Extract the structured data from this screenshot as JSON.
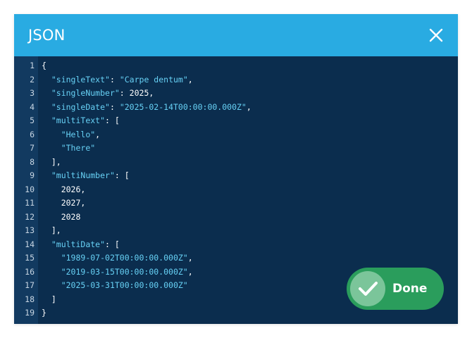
{
  "dialog": {
    "title": "JSON",
    "close_icon": "close-icon",
    "done_label": "Done",
    "done_icon": "checkmark-icon"
  },
  "colors": {
    "header": "#29abe2",
    "editor_background": "#0b2d4e",
    "gutter": "#123a60",
    "key_string": "#67d1f5",
    "done_button": "#2a9d5c"
  },
  "editor": {
    "lines": [
      {
        "n": "1",
        "text": "{"
      },
      {
        "n": "2",
        "text": "  \"singleText\": \"Carpe dentum\","
      },
      {
        "n": "3",
        "text": "  \"singleNumber\": 2025,"
      },
      {
        "n": "4",
        "text": "  \"singleDate\": \"2025-02-14T00:00:00.000Z\","
      },
      {
        "n": "5",
        "text": "  \"multiText\": ["
      },
      {
        "n": "6",
        "text": "    \"Hello\","
      },
      {
        "n": "7",
        "text": "    \"There\""
      },
      {
        "n": "8",
        "text": "  ],"
      },
      {
        "n": "9",
        "text": "  \"multiNumber\": ["
      },
      {
        "n": "10",
        "text": "    2026,"
      },
      {
        "n": "11",
        "text": "    2027,"
      },
      {
        "n": "12",
        "text": "    2028"
      },
      {
        "n": "13",
        "text": "  ],"
      },
      {
        "n": "14",
        "text": "  \"multiDate\": ["
      },
      {
        "n": "15",
        "text": "    \"1989-07-02T00:00:00.000Z\","
      },
      {
        "n": "16",
        "text": "    \"2019-03-15T00:00:00.000Z\","
      },
      {
        "n": "17",
        "text": "    \"2025-03-31T00:00:00.000Z\""
      },
      {
        "n": "18",
        "text": "  ]"
      },
      {
        "n": "19",
        "text": "}"
      }
    ]
  }
}
